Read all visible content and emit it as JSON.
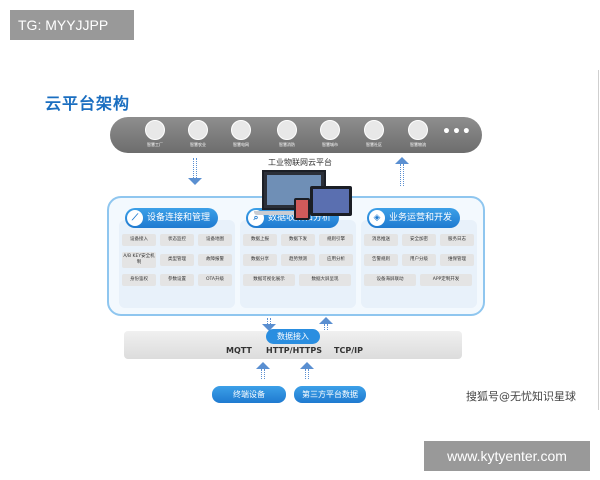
{
  "tags": {
    "top": "TG: MYYJJPP",
    "bottom": "www.kytyenter.com"
  },
  "title": "云平台架构",
  "scenes": [
    {
      "label": "智慧工厂",
      "icon": "factory-icon"
    },
    {
      "label": "智慧农业",
      "icon": "plant-icon"
    },
    {
      "label": "智慧电网",
      "icon": "power-tower-icon"
    },
    {
      "label": "智慧消防",
      "icon": "fire-extinguisher-icon"
    },
    {
      "label": "智慧城市",
      "icon": "city-icon"
    },
    {
      "label": "智慧社区",
      "icon": "building-icon"
    },
    {
      "label": "智慧物流",
      "icon": "truck-icon"
    }
  ],
  "scenes_more": "•••",
  "platform_label": "工业物联网云平台",
  "panels": [
    {
      "title": "设备连接和管理",
      "icon": "connect-icon",
      "cells": [
        "设备接入",
        "状态监控",
        "设备地图",
        "A/B KEY安全机制",
        "类型管理",
        "故障报警",
        "身份鉴权",
        "参数设置",
        "OTA升级"
      ]
    },
    {
      "title": "数据收集和分析",
      "icon": "search-icon",
      "cells": [
        "数据上报",
        "数据下发",
        "规则引擎",
        "数据分享",
        "趋势预测",
        "应用分析",
        "数据可视化展示",
        "数据大屏呈现"
      ]
    },
    {
      "title": "业务运营和开发",
      "icon": "shield-icon",
      "cells": [
        "消息推送",
        "安全加密",
        "服务日志",
        "告警规则",
        "用户分级",
        "维保管理",
        "设备海屏联动",
        "APP定制开发"
      ]
    }
  ],
  "access": {
    "title": "数据接入",
    "protocols": [
      "MQTT",
      "HTTP/HTTPS",
      "TCP/IP"
    ]
  },
  "bottom_sources": [
    "终端设备",
    "第三方平台数据"
  ],
  "watermark": "搜狐号@无忧知识星球",
  "colors": {
    "accent": "#1f7ad0",
    "frame": "#8fc6ef",
    "scene_bar": "#7d7d7d"
  }
}
